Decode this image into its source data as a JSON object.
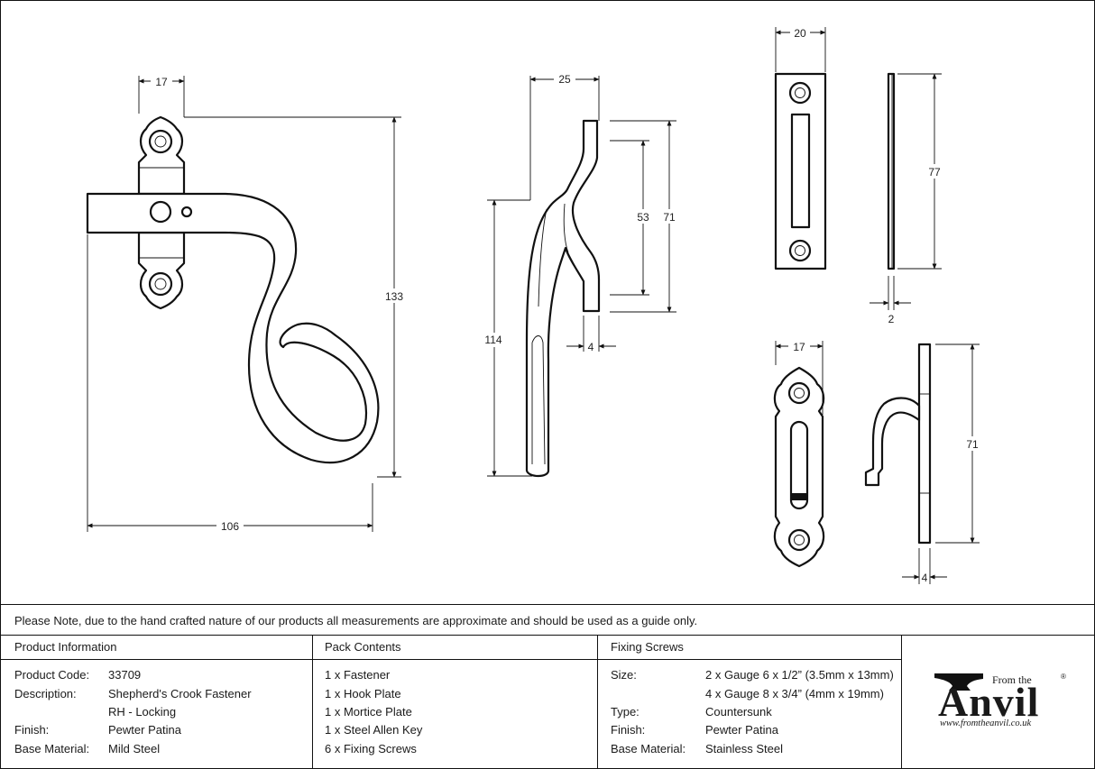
{
  "dimensions": {
    "d17a": "17",
    "d133": "133",
    "d106": "106",
    "d25": "25",
    "d114": "114",
    "d53": "53",
    "d71a": "71",
    "d4a": "4",
    "d20": "20",
    "d77": "77",
    "d2": "2",
    "d17b": "17",
    "d71b": "71",
    "d4b": "4"
  },
  "note": "Please Note, due to the hand crafted nature of our products all measurements are approximate and should be used as a guide only.",
  "product_info": {
    "header": "Product Information",
    "rows": [
      {
        "label": "Product Code:",
        "value": "33709"
      },
      {
        "label": "Description:",
        "value": "Shepherd's Crook Fastener"
      },
      {
        "label": "",
        "value": "RH - Locking"
      },
      {
        "label": "Finish:",
        "value": "Pewter Patina"
      },
      {
        "label": "Base Material:",
        "value": "Mild Steel"
      }
    ]
  },
  "pack_contents": {
    "header": "Pack Contents",
    "items": [
      "1 x Fastener",
      "1 x Hook Plate",
      "1 x Mortice Plate",
      "1 x Steel Allen Key",
      "6 x Fixing Screws"
    ]
  },
  "fixing_screws": {
    "header": "Fixing Screws",
    "rows": [
      {
        "label": "Size:",
        "value": "2 x Gauge 6 x 1/2” (3.5mm x 13mm)"
      },
      {
        "label": "",
        "value": "4 x Gauge 8 x 3/4” (4mm x 19mm)"
      },
      {
        "label": "Type:",
        "value": "Countersunk"
      },
      {
        "label": "Finish:",
        "value": "Pewter Patina"
      },
      {
        "label": "Base Material:",
        "value": "Stainless Steel"
      }
    ]
  },
  "logo": {
    "from": "From the",
    "name": "Anvil",
    "reg": "®",
    "url": "www.fromtheanvil.co.uk"
  }
}
